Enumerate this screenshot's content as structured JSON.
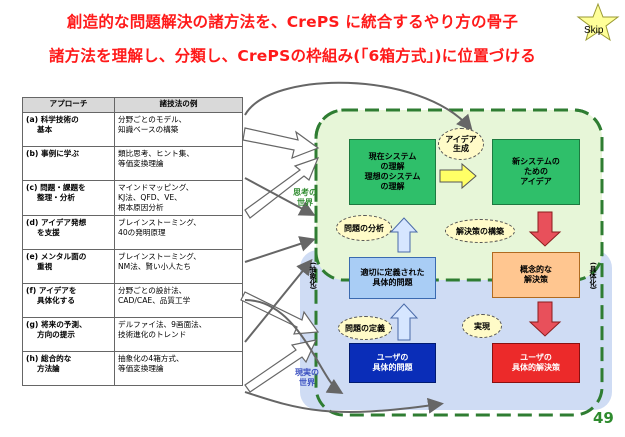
{
  "title_line1": "創造的な問題解決の諸方法を、CrePS に統合するやり方の骨子",
  "title_line2": "諸方法を理解し、分類し、CrePSの枠組み(「6箱方式」)に位置づける",
  "skip_label": "Skip",
  "table": {
    "headers": [
      "アプローチ",
      "諸技法の例"
    ],
    "rows": [
      {
        "approach": [
          "(a) 科学技術の",
          "基本"
        ],
        "examples": [
          "分野ごとのモデル、",
          "知識ベースの構築"
        ]
      },
      {
        "approach": [
          "(b) 事例に学ぶ"
        ],
        "examples": [
          "類比思考、ヒント集、",
          "等価変換理論"
        ]
      },
      {
        "approach": [
          "(c) 問題・課題を",
          "整理・分析"
        ],
        "examples": [
          "マインドマッピング、",
          "KJ法、QFD、VE、",
          "根本原因分析"
        ]
      },
      {
        "approach": [
          "(d) アイデア発想",
          "を支援"
        ],
        "examples": [
          "ブレインストーミング、",
          "40の発明原理"
        ]
      },
      {
        "approach": [
          "(e) メンタル面の",
          "重視"
        ],
        "examples": [
          "ブレインストーミング、",
          "NM法、賢い小人たち"
        ]
      },
      {
        "approach": [
          "(f) アイデアを",
          "具体化する"
        ],
        "examples": [
          "分野ごとの設計法、",
          "CAD/CAE、品質工学"
        ]
      },
      {
        "approach": [
          "(g) 将来の予測、",
          "方向の提示"
        ],
        "examples": [
          "デルファイ法、9画面法、",
          "技術進化のトレンド"
        ]
      },
      {
        "approach": [
          "(h) 総合的な",
          "方法論"
        ],
        "examples": [
          "抽象化の4箱方式、",
          "等価変換理論"
        ]
      }
    ]
  },
  "diagram": {
    "thinking_world": [
      "思考の",
      "世界"
    ],
    "real_world": [
      "現実の",
      "世界"
    ],
    "abstract_label": "(抽象化)",
    "concrete_label": "(具体化)",
    "boxes": {
      "current_system": [
        "現在システム",
        "の理解",
        "理想のシステム",
        "の理解"
      ],
      "new_system": [
        "新システムの",
        "ための",
        "アイデア"
      ],
      "defined_problem": [
        "適切に定義された",
        "具体的問題"
      ],
      "concept_solution": [
        "概念的な",
        "解決策"
      ],
      "user_problem": [
        "ユーザの",
        "具体的問題"
      ],
      "user_solution": [
        "ユーザの",
        "具体的解決策"
      ]
    },
    "ovals": {
      "idea_generation": [
        "アイデア",
        "生成"
      ],
      "problem_analysis": "問題の分析",
      "solution_building": "解決策の構築",
      "problem_definition": "問題の定義",
      "realization": "実現"
    }
  },
  "page_number": "49"
}
